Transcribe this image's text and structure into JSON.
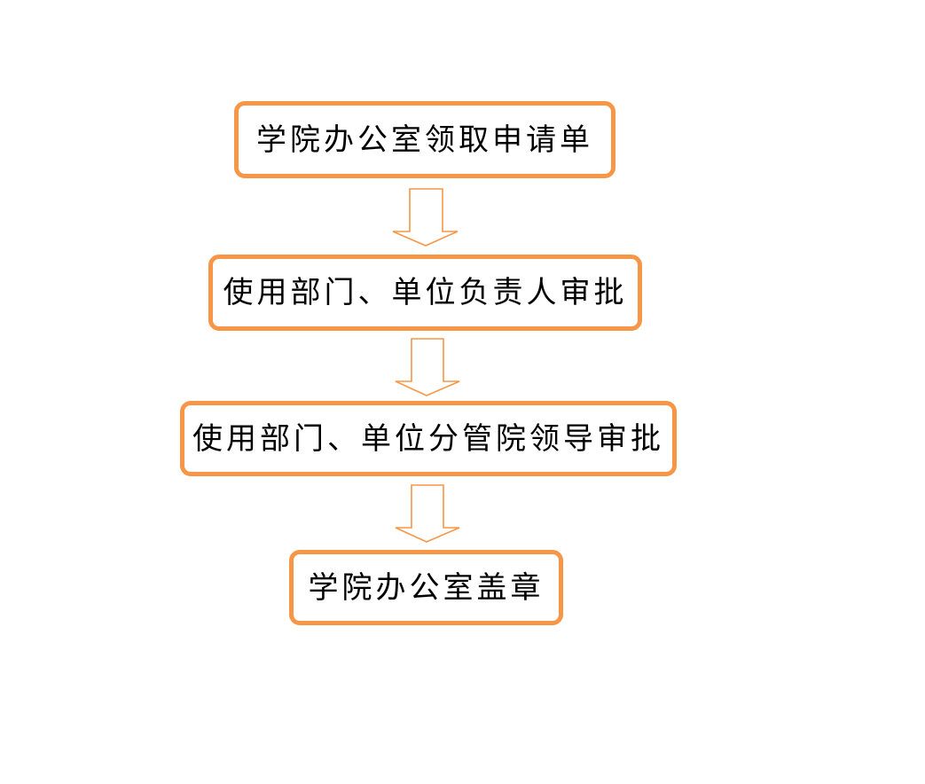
{
  "diagram": {
    "type": "flowchart",
    "direction": "top-to-bottom",
    "colors": {
      "border": "#F79646",
      "arrow": "#F79646",
      "text": "#000000",
      "background": "#FFFFFF"
    },
    "steps": [
      {
        "label": "学院办公室领取申请单"
      },
      {
        "label": "使用部门、单位负责人审批"
      },
      {
        "label": "使用部门、单位分管院领导审批"
      },
      {
        "label": "学院办公室盖章"
      }
    ],
    "connectors": [
      {
        "from": 0,
        "to": 1,
        "icon": "hollow-down-arrow-icon"
      },
      {
        "from": 1,
        "to": 2,
        "icon": "hollow-down-arrow-icon"
      },
      {
        "from": 2,
        "to": 3,
        "icon": "hollow-down-arrow-icon"
      }
    ]
  }
}
